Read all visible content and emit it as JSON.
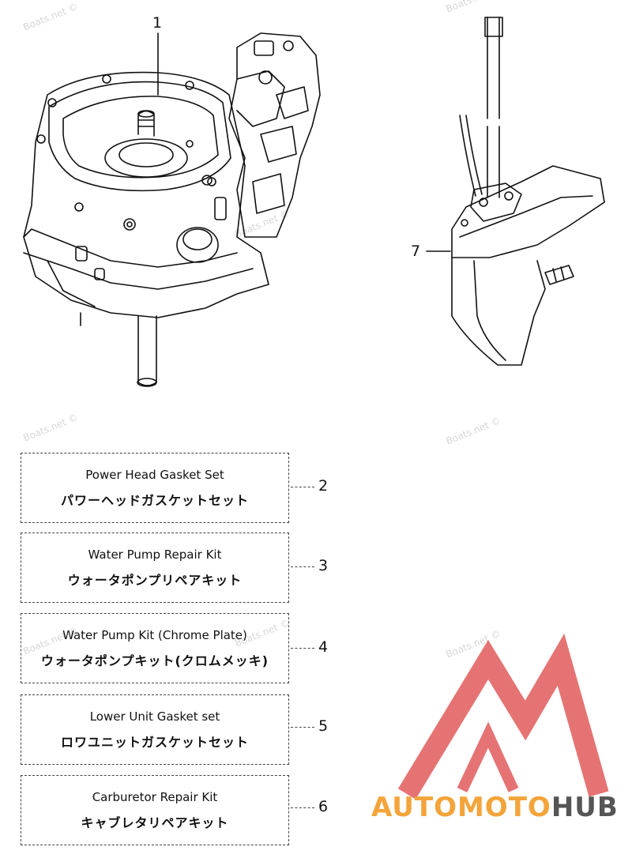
{
  "watermark": "Boats.net ©",
  "callouts": {
    "powerhead": "1",
    "lower_unit": "7"
  },
  "kits": [
    {
      "num": "2",
      "en": "Power Head Gasket Set",
      "jp": "パワーヘッドガスケットセット"
    },
    {
      "num": "3",
      "en": "Water Pump Repair Kit",
      "jp": "ウォータポンプリペアキット"
    },
    {
      "num": "4",
      "en": "Water Pump Kit (Chrome Plate)",
      "jp": "ウォータポンプキット(クロムメッキ)"
    },
    {
      "num": "5",
      "en": "Lower Unit Gasket set",
      "jp": "ロワユニットガスケットセット"
    },
    {
      "num": "6",
      "en": "Carburetor Repair Kit",
      "jp": "キャブレタリペアキット"
    }
  ],
  "logo": {
    "part1": "AUTOMOTO",
    "part2": "HUB",
    "color_accent": "#f3a43a",
    "color_red": "#e25b5b",
    "color_dark": "#555555"
  }
}
